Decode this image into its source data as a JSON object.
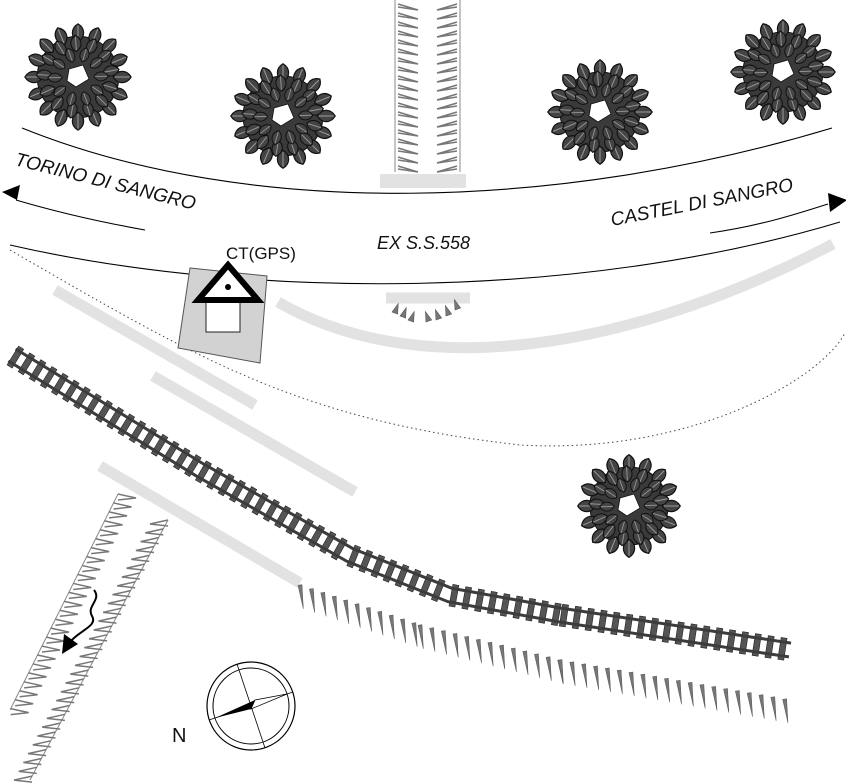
{
  "labels": {
    "west_destination": "TORINO DI SANGRO",
    "east_destination": "CASTEL DI SANGRO",
    "road_name": "EX S.S.558",
    "control_point": "CT(GPS)",
    "north": "N"
  },
  "icons": {
    "tree": "tree-icon",
    "control_point": "triangulation-point-icon",
    "compass": "compass-rose-icon",
    "direction_arrow": "arrow-icon",
    "railway": "railway-track-icon",
    "embankment": "embankment-hatch-icon",
    "river_flow": "flow-direction-icon"
  },
  "colors": {
    "tree_fill": "#333333",
    "tree_outline": "#111111",
    "rail": "#4a4a4a",
    "hatch": "#6b6b6b",
    "pad": "#e4e4e4",
    "road_line": "#000000",
    "building_fill": "#d2d2d2"
  }
}
